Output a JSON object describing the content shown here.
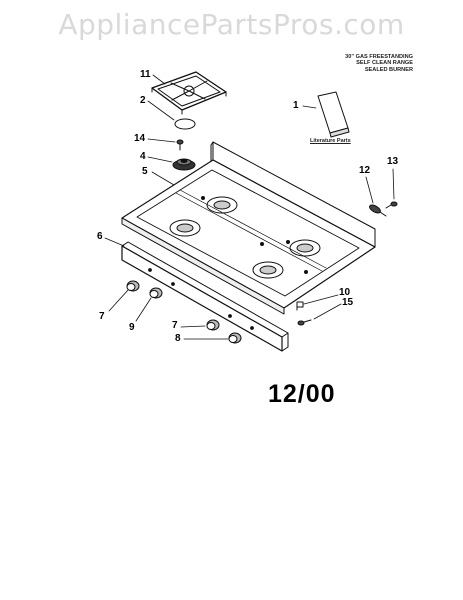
{
  "watermark": "AppliancePartsPros.com",
  "title_note": [
    "30\" GAS FREESTANDING",
    "SELF CLEAN RANGE",
    "SEALED BURNER"
  ],
  "date_code": "12/00",
  "literature_label": "Literature Parts",
  "callouts": {
    "c11": "11",
    "c2": "2",
    "c14": "14",
    "c4": "4",
    "c5": "5",
    "c1": "1",
    "c12": "12",
    "c13": "13",
    "c6": "6",
    "c10": "10",
    "c15": "15",
    "c7a": "7",
    "c9": "9",
    "c7b": "7",
    "c8": "8"
  }
}
